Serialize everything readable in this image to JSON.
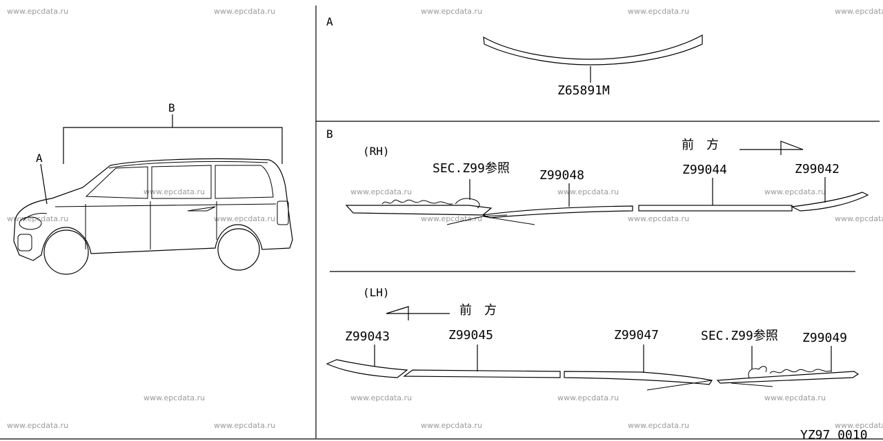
{
  "watermark": "www.epcdata.ru",
  "overview": {
    "callout_a": "A",
    "callout_b": "B"
  },
  "section_a": {
    "title": "A",
    "part": "Z65891M"
  },
  "section_b": {
    "title": "B",
    "rh": {
      "label": "(RH)",
      "direction": "前　方",
      "ref": "SEC.Z99参照",
      "parts": [
        "Z99048",
        "Z99044",
        "Z99042"
      ]
    },
    "lh": {
      "label": "(LH)",
      "direction": "前　方",
      "ref": "SEC.Z99参照",
      "parts": [
        "Z99043",
        "Z99045",
        "Z99047",
        "Z99049"
      ]
    }
  },
  "diagram_code": "YZ97 0010"
}
